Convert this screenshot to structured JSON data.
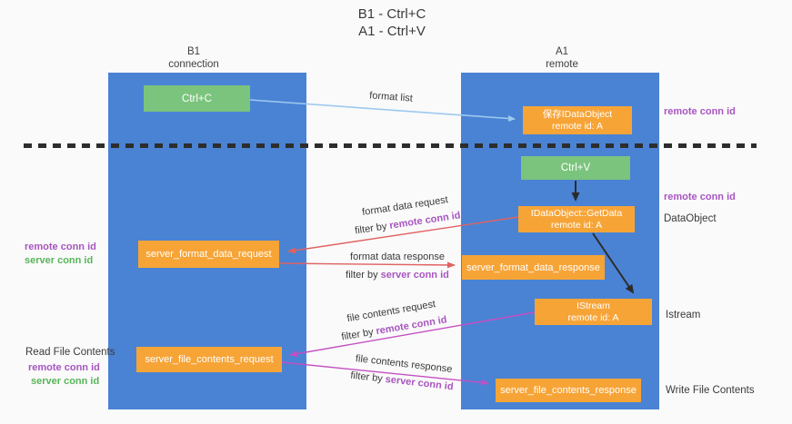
{
  "title": {
    "line1": "B1 - Ctrl+C",
    "line2": "A1 - Ctrl+V"
  },
  "lanes": {
    "left": {
      "name": "B1",
      "role": "connection"
    },
    "right": {
      "name": "A1",
      "role": "remote"
    }
  },
  "nodes": {
    "ctrl_c": {
      "label": "Ctrl+C"
    },
    "save_dataobject": {
      "line1": "保存IDataObject",
      "line2": "remote id: A"
    },
    "ctrl_v": {
      "label": "Ctrl+V"
    },
    "getdata": {
      "line1": "IDataObject::GetData",
      "line2": "remote id: A"
    },
    "server_format_data_request": {
      "label": "server_format_data_request"
    },
    "server_format_data_response": {
      "label": "server_format_data_response"
    },
    "istream": {
      "line1": "IStream",
      "line2": "remote id: A"
    },
    "server_file_contents_request": {
      "label": "server_file_contents_request"
    },
    "server_file_contents_response": {
      "label": "server_file_contents_response"
    }
  },
  "edge_labels": {
    "format_list": "format list",
    "format_data_request": {
      "title": "format data request",
      "filter_prefix": "filter by ",
      "filter_key": "remote conn id"
    },
    "format_data_response": {
      "title": "format data response",
      "filter_prefix": "filter by ",
      "filter_key": "server conn id"
    },
    "file_contents_request": {
      "title": "file contents request",
      "filter_prefix": "filter by ",
      "filter_key": "remote conn id"
    },
    "file_contents_response": {
      "title": "file contents response",
      "filter_prefix": "filter by ",
      "filter_key": "server conn id"
    }
  },
  "side_labels": {
    "right_remote_conn_id_top": "remote conn id",
    "right_remote_conn_id_mid": "remote conn id",
    "right_dataobject": "DataObject",
    "right_istream": "Istream",
    "right_write_file_contents": "Write File Contents",
    "left_remote_conn_id_top": "remote conn id",
    "left_server_conn_id_top": "server conn id",
    "left_read_file_contents": "Read File Contents",
    "left_remote_conn_id_bottom": "remote conn id",
    "left_server_conn_id_bottom": "server conn id"
  },
  "colors": {
    "lane_fill": "#4a83d4",
    "green_box": "#7bc47d",
    "orange_box": "#f7a437",
    "arrow_light_blue": "#9dc9ef",
    "arrow_red": "#e06262",
    "arrow_magenta": "#c44fc4",
    "arrow_black": "#2b2b2b",
    "text_purple": "#a855c0",
    "text_green": "#58b45a",
    "background": "#fafafa"
  }
}
